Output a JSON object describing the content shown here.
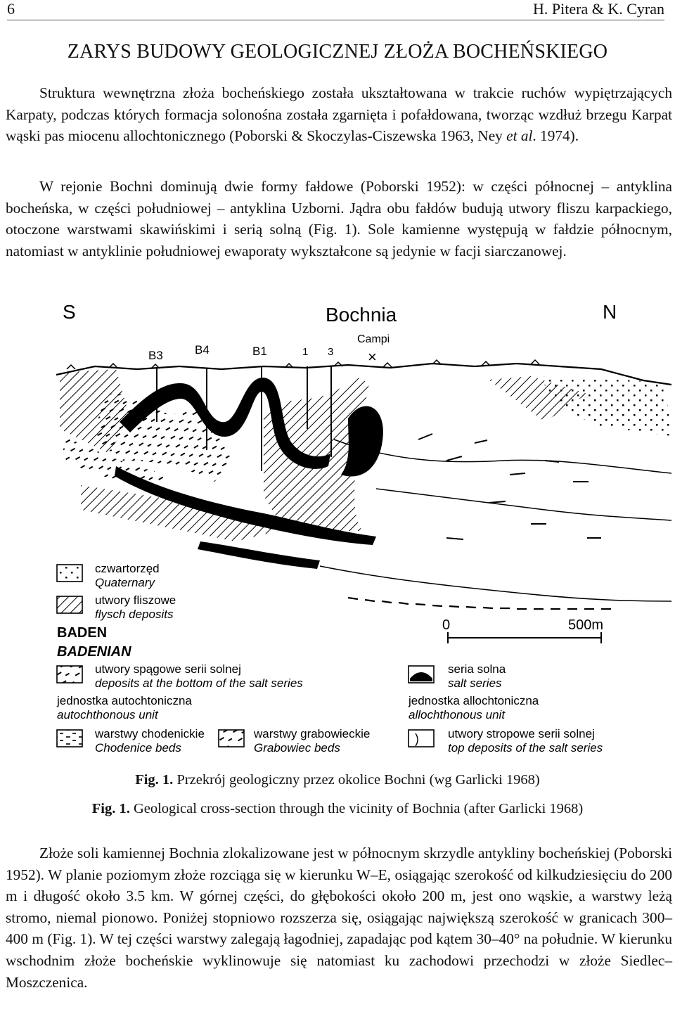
{
  "header": {
    "page_number": "6",
    "authors": "H. Pitera & K. Cyran"
  },
  "section_title": "ZARYS BUDOWY GEOLOGICZNEJ ZŁOŻA BOCHEŃSKIEGO",
  "para1": {
    "text_a": "Struktura wewnętrzna złoża bocheńskiego została ukształtowana w trakcie ruchów wypiętrzających Karpaty, podczas których formacja solonośna została zgarnięta i pofałdowana, tworząc wzdłuż brzegu Karpat wąski pas miocenu allochtonicznego (Poborski & Skoczylas-Ciszewska 1963, Ney ",
    "etal": "et al",
    "text_b": ". 1974)."
  },
  "para2": "W rejonie Bochni dominują dwie formy fałdowe (Poborski 1952): w części północnej – antyklina bocheńska, w części południowej – antyklina Uzborni. Jądra obu fałdów budują utwory fliszu karpackiego, otoczone warstwami skawińskimi i serią solną (Fig. 1). Sole kamienne występują w fałdzie północnym, natomiast w antyklinie południowej ewaporaty wykształcone są jedynie w facji siarczanowej.",
  "figure": {
    "south": "S",
    "north": "N",
    "town": "Bochnia",
    "campi": "Campi",
    "cross": "×",
    "shafts": [
      "B3",
      "B4",
      "B1",
      "1",
      "3"
    ],
    "scale_zero": "0",
    "scale_end": "500m",
    "legend": {
      "quaternary_pl": "czwartorzęd",
      "quaternary_en": "Quaternary",
      "flysch_pl": "utwory fliszowe",
      "flysch_en": "flysch deposits",
      "baden_pl": "BADEN",
      "baden_en": "BADENIAN",
      "bottom_pl": "utwory spągowe serii solnej",
      "bottom_en": "deposits at the bottom of the salt series",
      "autoch_pl": "jednostka autochtoniczna",
      "autoch_en": "autochthonous unit",
      "chodenice_pl": "warstwy chodenickie",
      "chodenice_en": "Chodenice beds",
      "grabowiec_pl": "warstwy grabowieckie",
      "grabowiec_en": "Grabowiec beds",
      "salt_pl": "seria solna",
      "salt_en": "salt series",
      "alloch_pl": "jednostka allochtoniczna",
      "alloch_en": "allochthonous unit",
      "top_pl": "utwory stropowe serii solnej",
      "top_en": "top deposits of the salt series"
    }
  },
  "caption_pl": {
    "label": "Fig. 1.",
    "text": " Przekrój geologiczny przez okolice Bochni (wg Garlicki 1968)"
  },
  "caption_en": {
    "label": "Fig. 1.",
    "text": " Geological cross-section through the vicinity of Bochnia (after Garlicki 1968)"
  },
  "para3": "Złoże soli kamiennej Bochnia zlokalizowane jest w północnym skrzydle antykliny bocheńskiej (Poborski 1952). W planie poziomym złoże rozciąga się w kierunku W–E, osiągając szerokość od kilkudziesięciu do 200 m i długość około 3.5 km. W górnej części, do głębokości około 200 m, jest ono wąskie, a warstwy leżą stromo, niemal pionowo. Poniżej stopniowo rozszerza się, osiągając największą szerokość w granicach 300–400 m (Fig. 1). W tej części warstwy zalegają łagodniej, zapadając pod kątem 30–40° na południe. W kierunku wschodnim złoże bocheńskie wyklinowuje się natomiast ku zachodowi przechodzi w złoże Siedlec–Moszczenica."
}
